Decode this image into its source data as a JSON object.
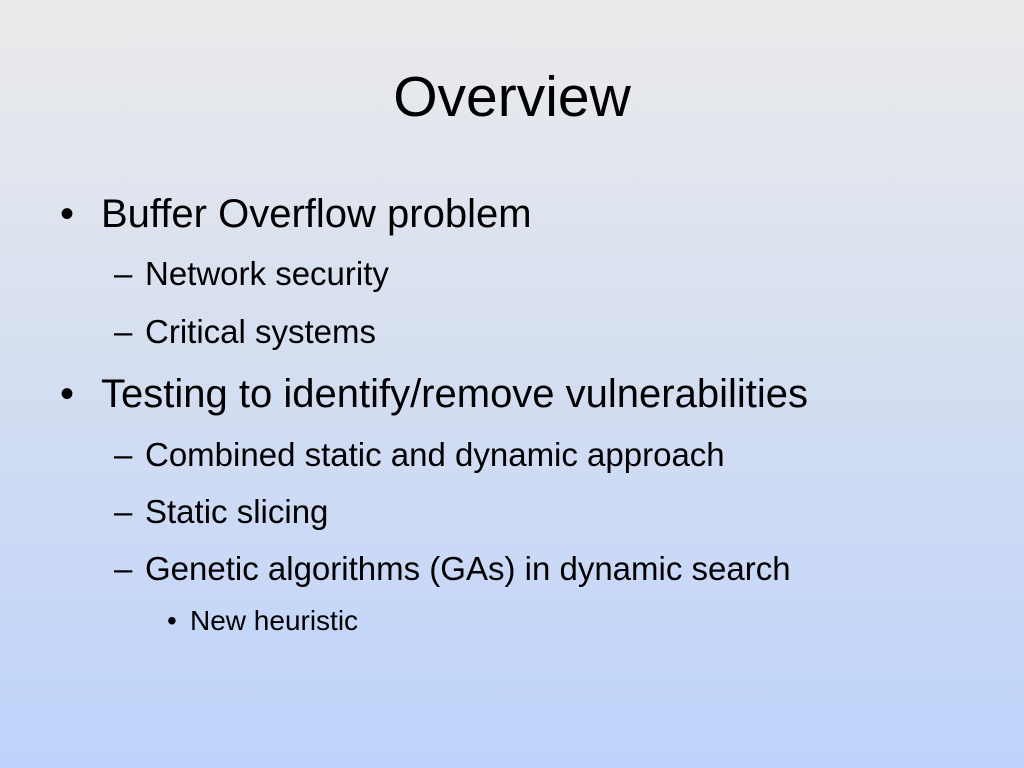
{
  "slide": {
    "title": "Overview",
    "bullets": [
      {
        "level": 1,
        "marker": "•",
        "text": "Buffer Overflow problem"
      },
      {
        "level": 2,
        "marker": "–",
        "text": "Network security"
      },
      {
        "level": 2,
        "marker": "–",
        "text": "Critical systems"
      },
      {
        "level": 1,
        "marker": "•",
        "text": "Testing to identify/remove vulnerabilities"
      },
      {
        "level": 2,
        "marker": "–",
        "text": "Combined static and dynamic approach"
      },
      {
        "level": 2,
        "marker": "–",
        "text": "Static slicing"
      },
      {
        "level": 2,
        "marker": "–",
        "text": "Genetic algorithms (GAs) in dynamic search"
      },
      {
        "level": 3,
        "marker": "•",
        "text": "New heuristic"
      }
    ]
  }
}
